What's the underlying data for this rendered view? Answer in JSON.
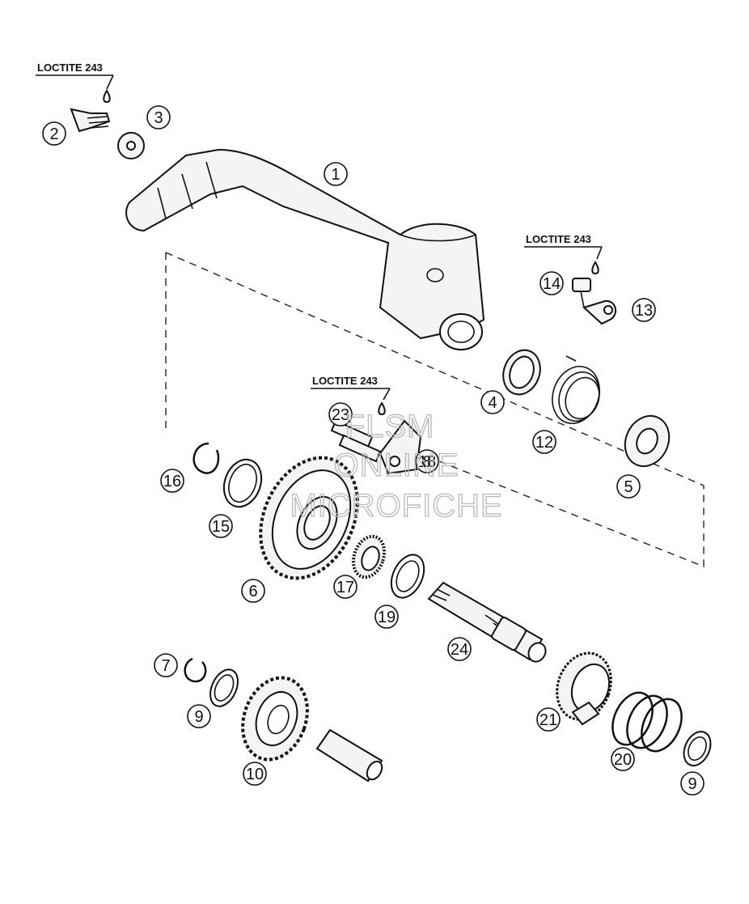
{
  "loctite_labels": [
    "LOCTITE 243",
    "LOCTITE 243",
    "LOCTITE 243"
  ],
  "callouts": [
    "1",
    "2",
    "3",
    "4",
    "5",
    "6",
    "7",
    "8",
    "9",
    "9",
    "10",
    "12",
    "13",
    "14",
    "15",
    "16",
    "17",
    "18",
    "19",
    "20",
    "21",
    "23",
    "24"
  ],
  "watermark": [
    "FLSM",
    "ONLINE",
    "MICROFICHE"
  ]
}
